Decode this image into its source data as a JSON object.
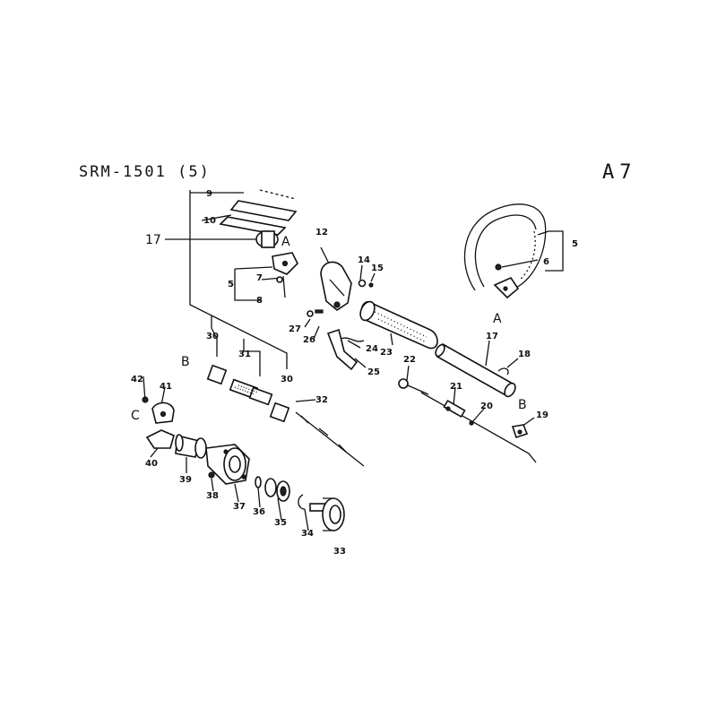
{
  "header": {
    "model": "SRM-1501 (5)",
    "page_code": "A7"
  },
  "reference_letters": {
    "a1": "A",
    "a2": "A",
    "b1": "B",
    "b2": "B",
    "c": "C"
  },
  "callouts": {
    "p5a": "5",
    "p5b": "5",
    "p6": "6",
    "p7": "7",
    "p8": "8",
    "p9": "9",
    "p10": "10",
    "p12": "12",
    "p14": "14",
    "p15": "15",
    "p17a": "17",
    "p17b": "17",
    "p18": "18",
    "p19": "19",
    "p20": "20",
    "p21": "21",
    "p22": "22",
    "p23": "23",
    "p24": "24",
    "p25": "25",
    "p26": "26",
    "p27": "27",
    "p30a": "30",
    "p30b": "30",
    "p31": "31",
    "p32": "32",
    "p33": "33",
    "p34": "34",
    "p35": "35",
    "p36": "36",
    "p37": "37",
    "p38": "38",
    "p39": "39",
    "p40": "40",
    "p41": "41",
    "p42": "42"
  }
}
